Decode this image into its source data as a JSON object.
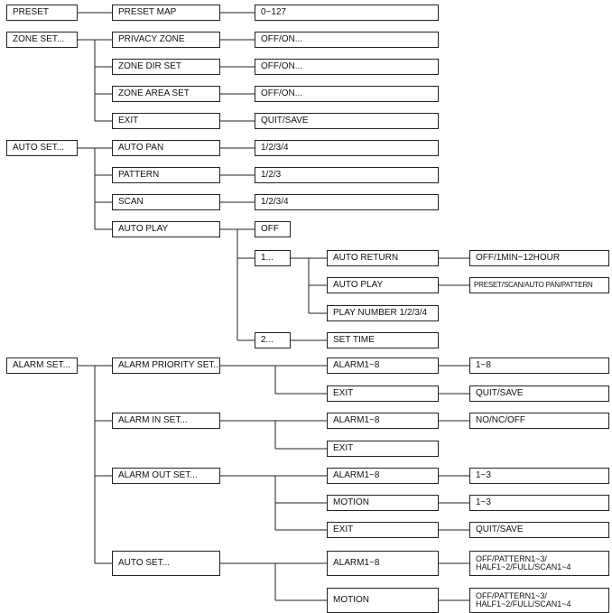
{
  "nodes": {
    "preset": "PRESET",
    "preset_map": "PRESET MAP",
    "preset_range": "0~127",
    "zone_set": "ZONE SET...",
    "privacy_zone": "PRIVACY ZONE",
    "privacy_zone_val": "OFF/ON...",
    "zone_dir_set": "ZONE DIR SET",
    "zone_dir_val": "OFF/ON...",
    "zone_area_set": "ZONE AREA SET",
    "zone_area_val": "OFF/ON...",
    "zone_exit": "EXIT",
    "zone_exit_val": "QUIT/SAVE",
    "auto_set": "AUTO SET...",
    "auto_pan": "AUTO PAN",
    "auto_pan_val": "1/2/3/4",
    "pattern": "PATTERN",
    "pattern_val": "1/2/3",
    "scan": "SCAN",
    "scan_val": "1/2/3/4",
    "auto_play": "AUTO PLAY",
    "auto_play_off": "OFF",
    "auto_play_1": "1...",
    "auto_return": "AUTO RETURN",
    "auto_return_val": "OFF/1MIN~12HOUR",
    "auto_play_sub": "AUTO PLAY",
    "auto_play_sub_val": "PRESET/SCAN/AUTO PAN/PATTERN",
    "play_number": "PLAY NUMBER 1/2/3/4",
    "auto_play_2": "2...",
    "set_time": "SET TIME",
    "alarm_set": "ALARM SET...",
    "alarm_priority_set": "ALARM PRIORITY SET...",
    "ap_alarm": "ALARM1~8",
    "ap_alarm_val": "1~8",
    "ap_exit": "EXIT",
    "ap_exit_val": "QUIT/SAVE",
    "alarm_in_set": "ALARM IN SET...",
    "ai_alarm": "ALARM1~8",
    "ai_alarm_val": "NO/NC/OFF",
    "ai_exit": "EXIT",
    "alarm_out_set": "ALARM OUT SET...",
    "ao_alarm": "ALARM1~8",
    "ao_alarm_val": "1~3",
    "ao_motion": "MOTION",
    "ao_motion_val": "1~3",
    "ao_exit": "EXIT",
    "ao_exit_val": "QUIT/SAVE",
    "alarm_auto_set": "AUTO SET...",
    "as_alarm": "ALARM1~8",
    "as_alarm_val_1": "OFF/PATTERN1~3/",
    "as_alarm_val_2": "HALF1~2/FULL/SCAN1~4",
    "as_motion": "MOTION",
    "as_motion_val_1": "OFF/PATTERN1~3/",
    "as_motion_val_2": "HALF1~2/FULL/SCAN1~4"
  }
}
